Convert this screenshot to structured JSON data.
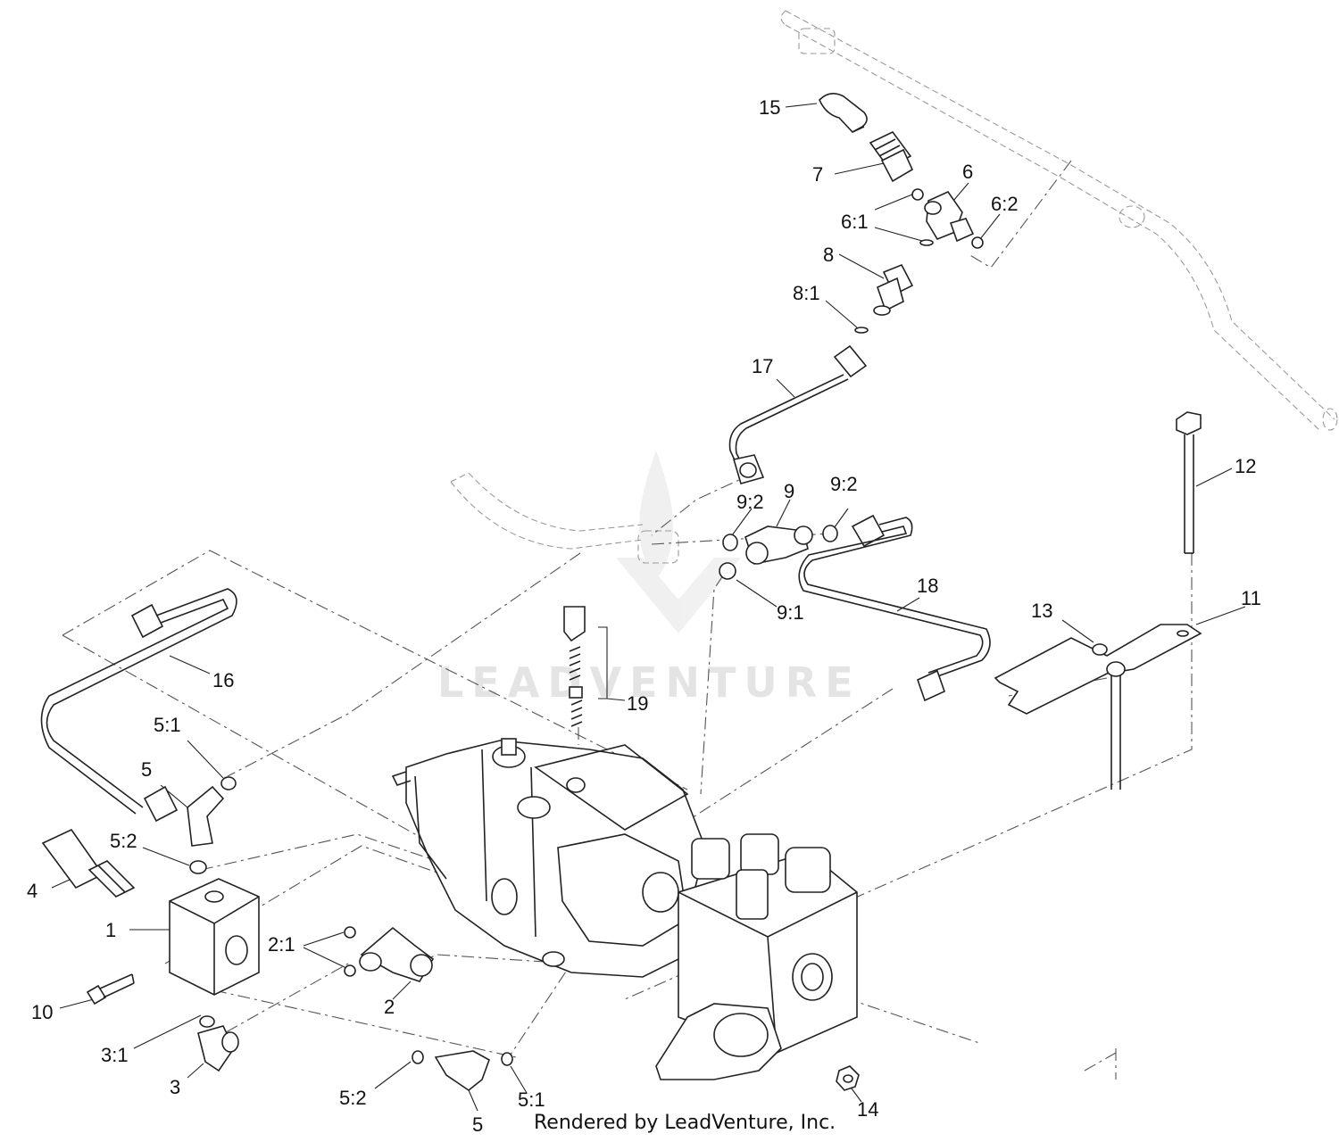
{
  "diagram": {
    "watermark": "LEADVENTURE",
    "footer": "Rendered by LeadVenture, Inc.",
    "callouts": {
      "c1": "1",
      "c2": "2",
      "c2_1": "2:1",
      "c3": "3",
      "c3_1": "3:1",
      "c4": "4",
      "c5_top": "5",
      "c5_bottom": "5",
      "c5_1_top": "5:1",
      "c5_1_bottom": "5:1",
      "c5_2_top": "5:2",
      "c5_2_bottom": "5:2",
      "c6": "6",
      "c6_1": "6:1",
      "c6_2": "6:2",
      "c7": "7",
      "c8": "8",
      "c8_1": "8:1",
      "c9": "9",
      "c9_1": "9:1",
      "c9_2_left": "9:2",
      "c9_2_right": "9:2",
      "c10": "10",
      "c11": "11",
      "c12": "12",
      "c13": "13",
      "c14": "14",
      "c15": "15",
      "c16": "16",
      "c17": "17",
      "c18": "18",
      "c19": "19"
    }
  }
}
